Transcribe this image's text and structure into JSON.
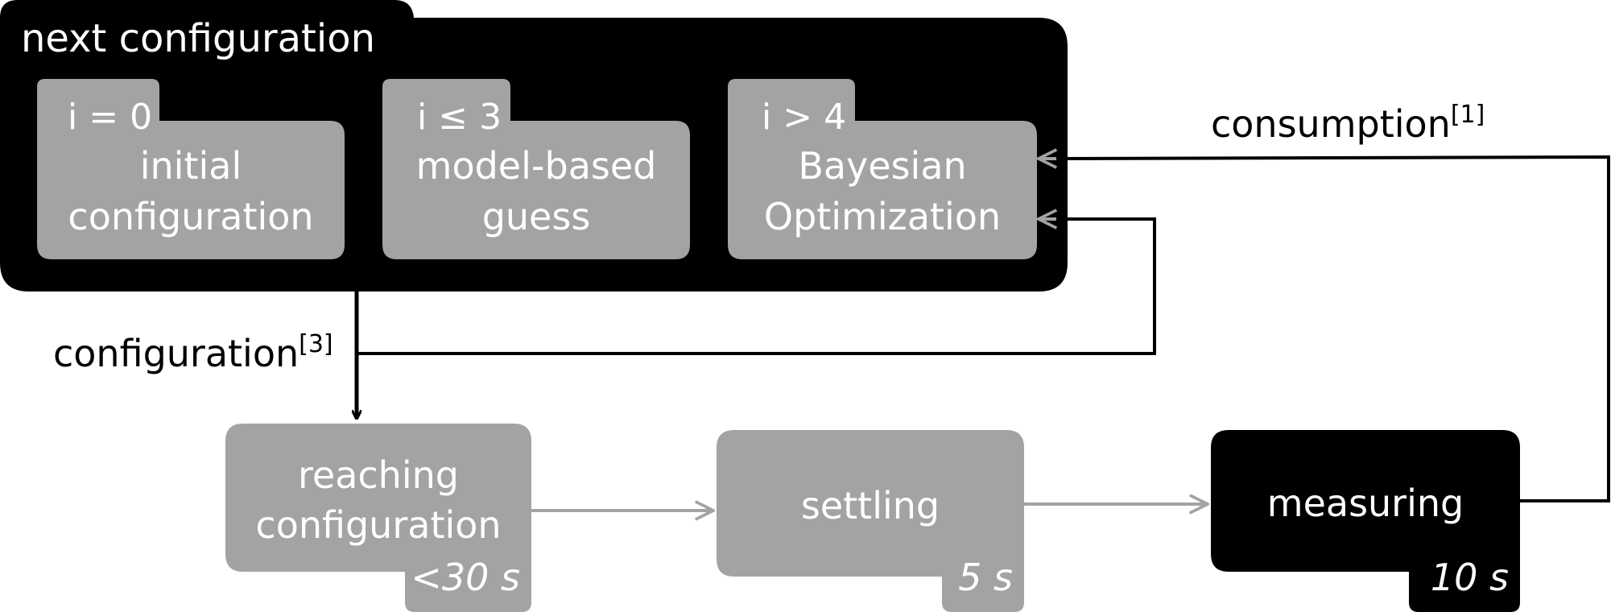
{
  "container": {
    "title": "next configuration",
    "strategies": [
      {
        "condition": "i = 0",
        "line1": "initial",
        "line2": "configuration"
      },
      {
        "condition": "i ≤ 3",
        "line1": "model-based",
        "line2": "guess"
      },
      {
        "condition": "i > 4",
        "line1": "Bayesian",
        "line2": "Optimization"
      }
    ]
  },
  "steps": [
    {
      "line1": "reaching",
      "line2": "configuration",
      "duration": "<30 s"
    },
    {
      "label": "settling",
      "duration": "5 s"
    },
    {
      "label": "measuring",
      "duration": "10 s"
    }
  ],
  "edges": {
    "configuration": {
      "label": "configuration",
      "ref": "[3]"
    },
    "consumption": {
      "label": "consumption",
      "ref": "[1]"
    }
  },
  "colors": {
    "dark": "#000000",
    "gray": "#a3a3a3",
    "text_light": "#ffffff",
    "line_gray": "#a3a3a3"
  }
}
